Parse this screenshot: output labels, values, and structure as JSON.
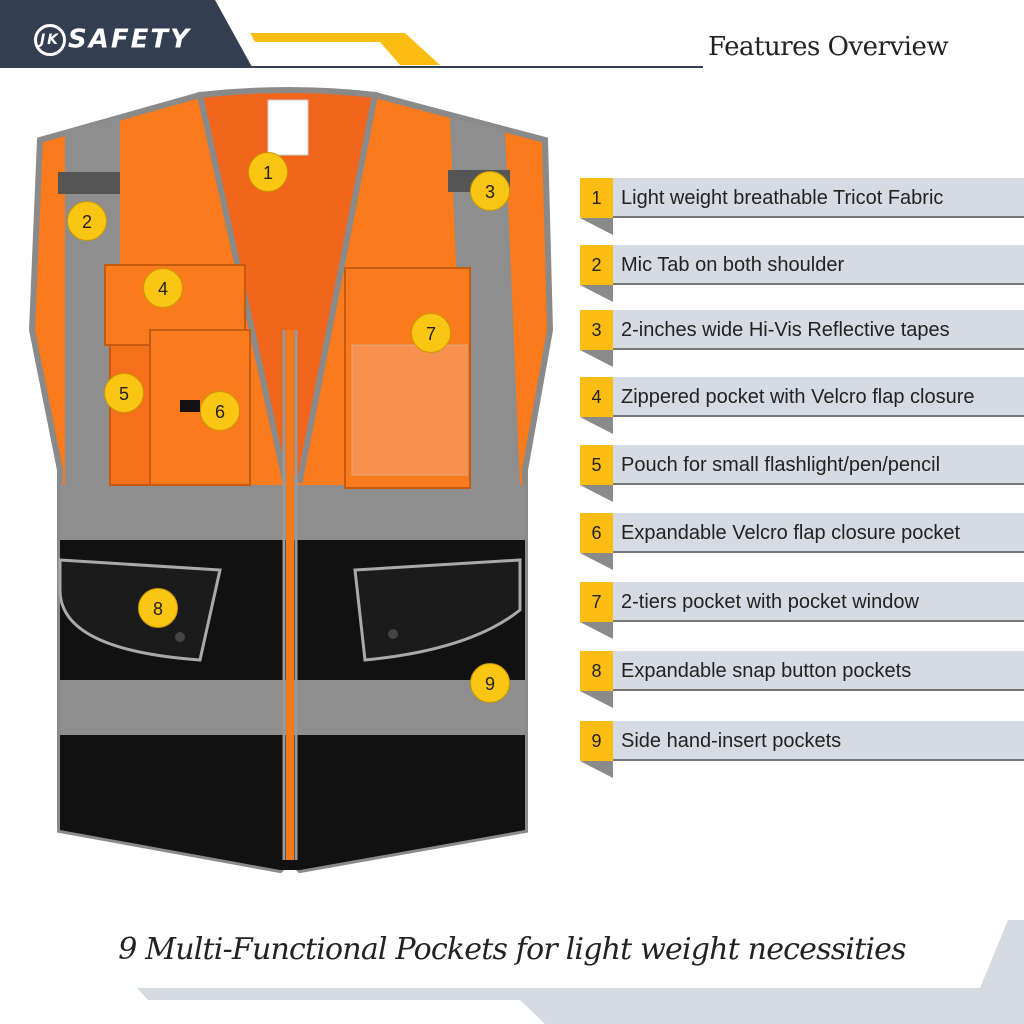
{
  "brand": {
    "logo_text": "SAFETY",
    "logo_mark": "JK",
    "colors": {
      "navy": "#333e50",
      "yellow": "#fbbd12",
      "bar": "#d5dae3"
    }
  },
  "header": {
    "title": "Features Overview"
  },
  "features": [
    {
      "num": "1",
      "label": "Light weight breathable Tricot Fabric"
    },
    {
      "num": "2",
      "label": "Mic Tab on both shoulder"
    },
    {
      "num": "3",
      "label": "2-inches wide Hi-Vis Reflective tapes"
    },
    {
      "num": "4",
      "label": "Zippered pocket with Velcro flap closure"
    },
    {
      "num": "5",
      "label": "Pouch for small flashlight/pen/pencil"
    },
    {
      "num": "6",
      "label": "Expandable Velcro flap closure pocket"
    },
    {
      "num": "7",
      "label": "2-tiers pocket with pocket window"
    },
    {
      "num": "8",
      "label": "Expandable snap button pockets"
    },
    {
      "num": "9",
      "label": "Side hand-insert pockets"
    }
  ],
  "callouts": [
    "1",
    "2",
    "3",
    "4",
    "5",
    "6",
    "7",
    "8",
    "9"
  ],
  "tagline": "9 Multi-Functional Pockets for light weight necessities"
}
